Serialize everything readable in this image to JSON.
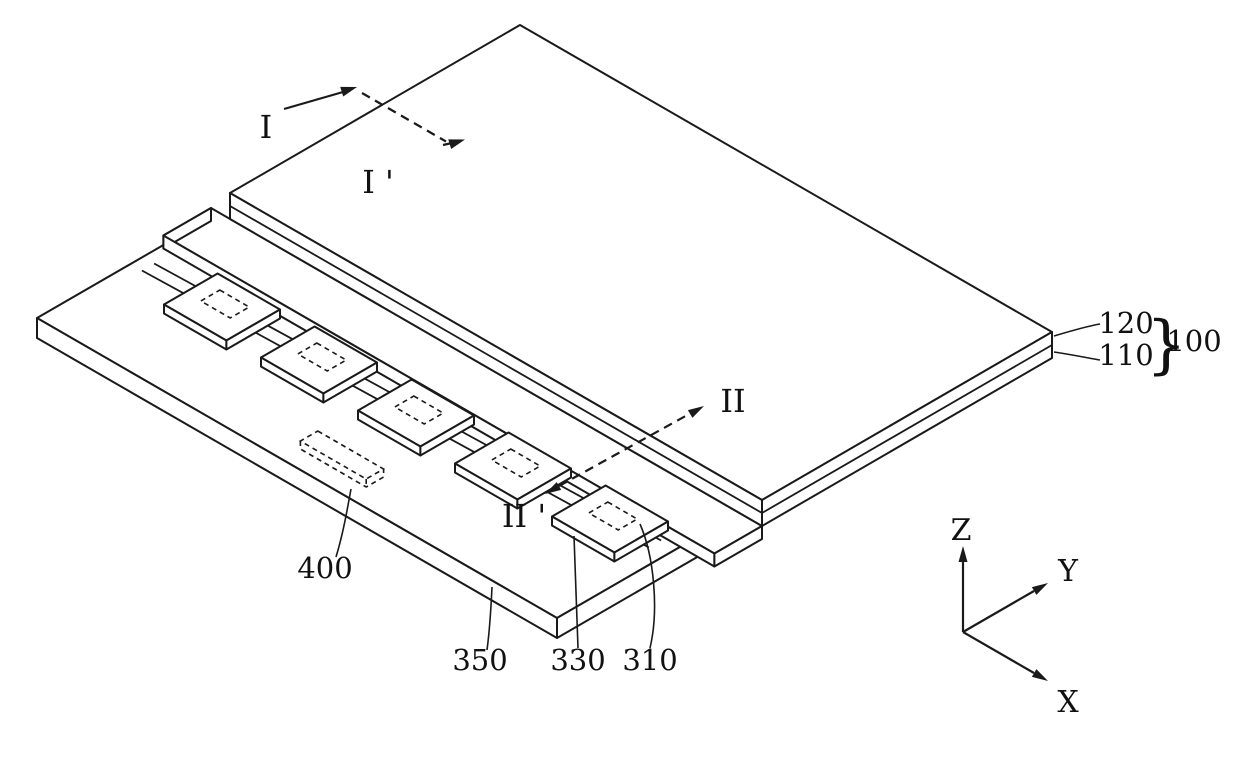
{
  "colors": {
    "background": "#ffffff",
    "line": "#1a1a1a",
    "text": "#111111"
  },
  "labels": {
    "section_i": "I",
    "section_i_prime": "I '",
    "section_ii": "II",
    "section_ii_prime": "II '",
    "ref_120": "120",
    "ref_110": "110",
    "ref_100": "100",
    "brace": "}",
    "ref_400": "400",
    "ref_350": "350",
    "ref_330": "330",
    "ref_310": "310",
    "axis_z": "Z",
    "axis_y": "Y",
    "axis_x": "X"
  }
}
